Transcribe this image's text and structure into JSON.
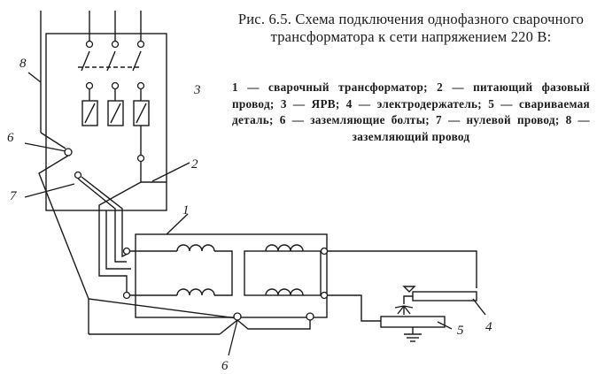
{
  "figure": {
    "caption": "Рис. 6.5. Схема подключения однофазного сварочного трансформатора к сети напряжением 220 В:",
    "legend": "1 — сварочный трансформатор; 2 — питающий фазовый провод; 3 — ЯРВ; 4 — электродержатель; 5 — свариваемая деталь; 6 — заземляющие болты; 7 — нулевой провод; 8 — заземляющий провод"
  },
  "labels": {
    "welding_transformer": "1",
    "phase_wire": "2",
    "switch_box": "3",
    "electrode_holder": "4",
    "workpiece": "5",
    "ground_bolt_top": "6",
    "ground_bolt_bottom": "6",
    "neutral_wire": "7",
    "ground_wire": "8"
  }
}
